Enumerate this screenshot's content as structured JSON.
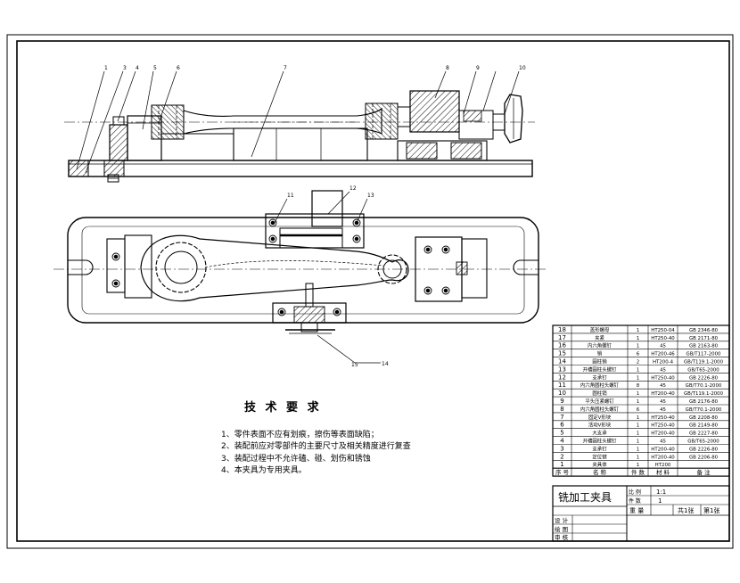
{
  "technical_requirements": {
    "title": "技 术 要 求",
    "items": [
      "1、零件表面不应有划痕，擦伤等表面缺陷；",
      "2、装配前应对零部件的主要尺寸及相关精度进行复查",
      "3、装配过程中不允许磕、碰、划伤和锈蚀",
      "4、本夹具为专用夹具。"
    ]
  },
  "leaders_front": [
    "1",
    "3",
    "4",
    "5",
    "6",
    "7",
    "8",
    "9",
    "10"
  ],
  "leaders_top": [
    "11",
    "12",
    "13",
    "14",
    "15"
  ],
  "parts_list": {
    "header": [
      "序 号",
      "名  称",
      "件 数",
      "材 料",
      "备   注"
    ],
    "rows": [
      [
        "18",
        "盖形螺母",
        "1",
        "HT250-04",
        "GB 2346-80"
      ],
      [
        "17",
        "夹紧",
        "1",
        "HT250-40",
        "GB 2171-80"
      ],
      [
        "16",
        "内六角螺钉",
        "1",
        "45",
        "GB 2163-80"
      ],
      [
        "15",
        "销",
        "6",
        "HT200-46",
        "GB/T117-2000"
      ],
      [
        "14",
        "圆柱销",
        "2",
        "HT200-4",
        "GB/T119.1-2000"
      ],
      [
        "13",
        "开槽圆柱头螺钉",
        "1",
        "45",
        "GB/T65-2000"
      ],
      [
        "12",
        "支承钉",
        "1",
        "HT250-40",
        "GB 2226-80"
      ],
      [
        "11",
        "内六角圆柱头螺钉",
        "8",
        "45",
        "GB/T70.1-2000"
      ],
      [
        "10",
        "圆柱销",
        "1",
        "HT200-40",
        "GB/T119.1-2000"
      ],
      [
        "9",
        "平头压紧螺钉",
        "1",
        "45",
        "GB 2176-80"
      ],
      [
        "8",
        "内六角圆柱头螺钉",
        "6",
        "45",
        "GB/T70.1-2000"
      ],
      [
        "7",
        "固定V形块",
        "1",
        "HT250-40",
        "GB 2208-80"
      ],
      [
        "6",
        "活动V形块",
        "1",
        "HT250-40",
        "GB 2149-80"
      ],
      [
        "5",
        "大支承",
        "1",
        "HT200-40",
        "GB 2227-80"
      ],
      [
        "4",
        "开槽圆柱头螺钉",
        "1",
        "45",
        "GB/T65-2000"
      ],
      [
        "3",
        "支承钉",
        "1",
        "HT200-40",
        "GB 2226-80"
      ],
      [
        "2",
        "定位键",
        "1",
        "HT200-40",
        "GB 2206-80"
      ],
      [
        "1",
        "夹具体",
        "1",
        "HT200",
        ""
      ]
    ]
  },
  "title_block": {
    "title": "铣加工夹具",
    "scale_label": "比 例",
    "scale_value": "1:1",
    "qty_label": "件 数",
    "qty_value": "1",
    "weight_label": "重 量",
    "sheets_total": "共1张",
    "sheet_no": "第1张",
    "designer_label": "设 计",
    "drafter_label": "绘 图",
    "checker_label": "审 核"
  },
  "colors": {
    "line": "#000000",
    "hatch": "#000000",
    "paper": "#ffffff"
  }
}
